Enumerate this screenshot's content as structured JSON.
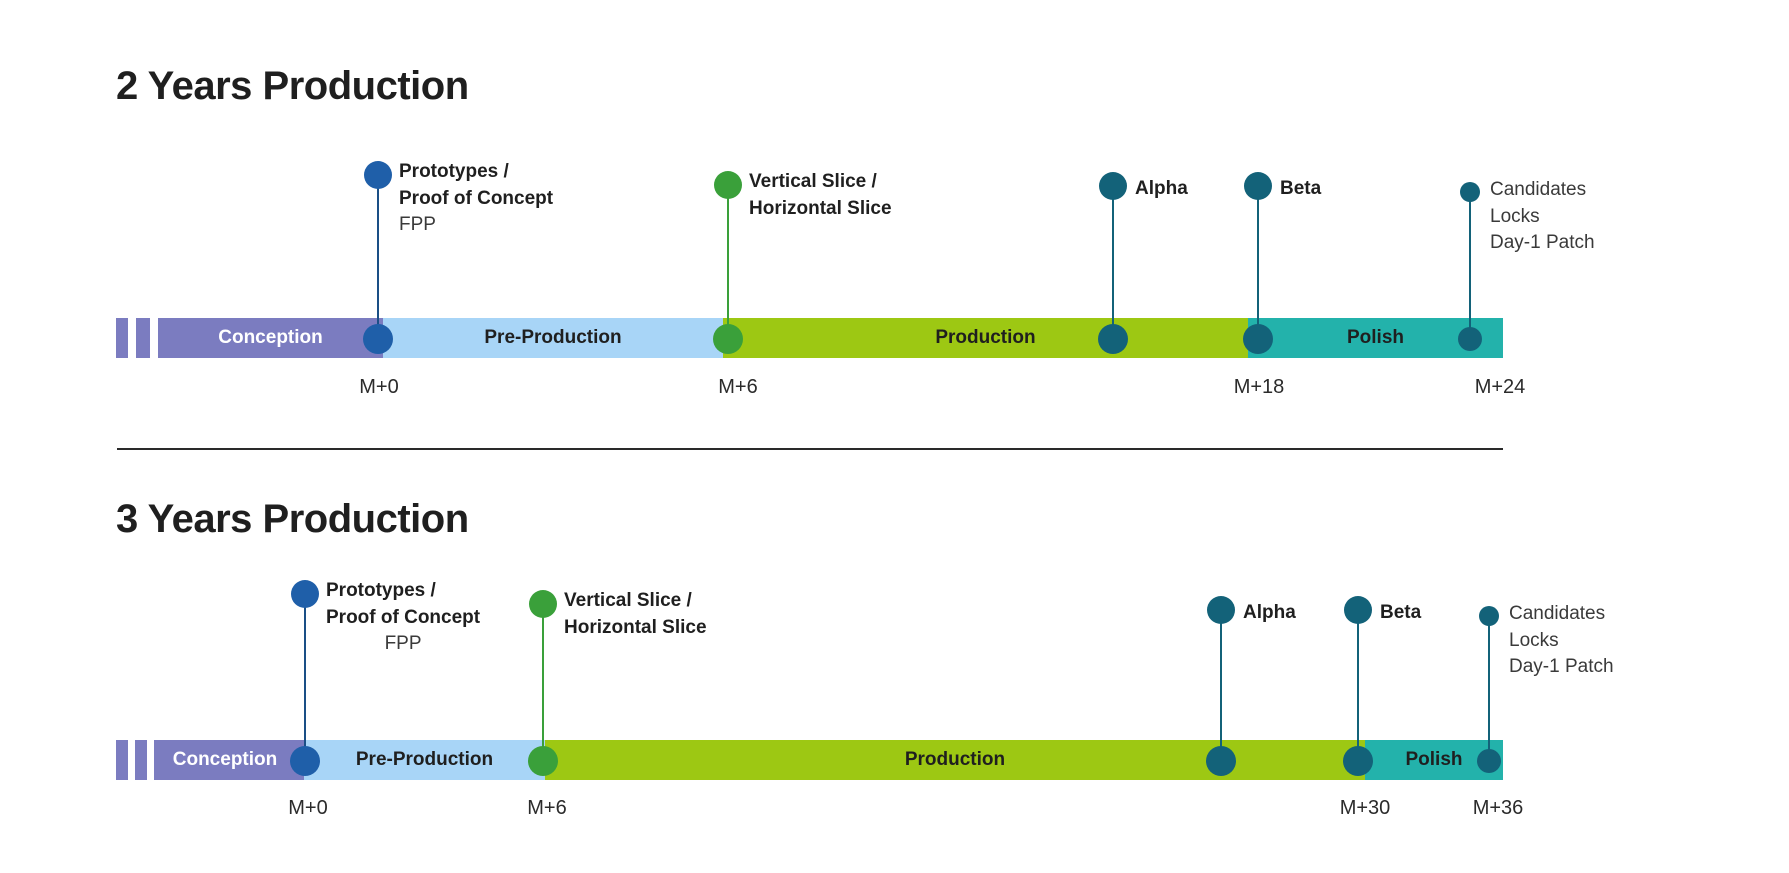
{
  "page": {
    "background": "#ffffff",
    "divider_color": "#2a2a2a"
  },
  "palette": {
    "conception": "#7b7cc0",
    "pre_production": "#a8d5f7",
    "production": "#9dc813",
    "polish": "#23b2ab",
    "blue_dot": "#1f5fa9",
    "green_dot": "#3aa03a",
    "teal_dot": "#136279",
    "label_dark": "#1f1f1f",
    "label_white": "#ffffff"
  },
  "sections": [
    {
      "title": "2 Years Production",
      "phases": [
        {
          "label": "Conception",
          "color_key": "conception",
          "text_color": "#ffffff"
        },
        {
          "label": "Pre-Production",
          "color_key": "pre_production",
          "text_color": "#1f1f1f"
        },
        {
          "label": "Production",
          "color_key": "production",
          "text_color": "#1f1f1f"
        },
        {
          "label": "Polish",
          "color_key": "polish",
          "text_color": "#1f1f1f"
        }
      ],
      "milestones": [
        {
          "name": "prototypes",
          "dot_color": "#1f5fa9",
          "lines": [
            {
              "text": "Prototypes /",
              "weight": "bold"
            },
            {
              "text": "Proof of Concept",
              "weight": "bold"
            },
            {
              "text": "FPP",
              "weight": "regular"
            }
          ]
        },
        {
          "name": "vertical-slice",
          "dot_color": "#3aa03a",
          "lines": [
            {
              "text": "Vertical Slice /",
              "weight": "bold"
            },
            {
              "text": "Horizontal Slice",
              "weight": "bold"
            }
          ]
        },
        {
          "name": "alpha",
          "dot_color": "#136279",
          "lines": [
            {
              "text": "Alpha",
              "weight": "bold"
            }
          ]
        },
        {
          "name": "beta",
          "dot_color": "#136279",
          "lines": [
            {
              "text": "Beta",
              "weight": "bold"
            }
          ]
        },
        {
          "name": "candidates",
          "dot_color": "#136279",
          "lines": [
            {
              "text": "Candidates",
              "weight": "regular"
            },
            {
              "text": "Locks",
              "weight": "regular"
            },
            {
              "text": "Day-1 Patch",
              "weight": "regular"
            }
          ]
        }
      ],
      "months": [
        "M+0",
        "M+6",
        "M+18",
        "M+24"
      ]
    },
    {
      "title": "3 Years Production",
      "phases": [
        {
          "label": "Conception",
          "color_key": "conception",
          "text_color": "#ffffff"
        },
        {
          "label": "Pre-Production",
          "color_key": "pre_production",
          "text_color": "#1f1f1f"
        },
        {
          "label": "Production",
          "color_key": "production",
          "text_color": "#1f1f1f"
        },
        {
          "label": "Polish",
          "color_key": "polish",
          "text_color": "#1f1f1f"
        }
      ],
      "milestones": [
        {
          "name": "prototypes",
          "dot_color": "#1f5fa9",
          "lines": [
            {
              "text": "Prototypes /",
              "weight": "bold"
            },
            {
              "text": "Proof of Concept",
              "weight": "bold"
            },
            {
              "text": "FPP",
              "weight": "regular"
            }
          ]
        },
        {
          "name": "vertical-slice",
          "dot_color": "#3aa03a",
          "lines": [
            {
              "text": "Vertical Slice /",
              "weight": "bold"
            },
            {
              "text": "Horizontal Slice",
              "weight": "bold"
            }
          ]
        },
        {
          "name": "alpha",
          "dot_color": "#136279",
          "lines": [
            {
              "text": "Alpha",
              "weight": "bold"
            }
          ]
        },
        {
          "name": "beta",
          "dot_color": "#136279",
          "lines": [
            {
              "text": "Beta",
              "weight": "bold"
            }
          ]
        },
        {
          "name": "candidates",
          "dot_color": "#136279",
          "lines": [
            {
              "text": "Candidates",
              "weight": "regular"
            },
            {
              "text": "Locks",
              "weight": "regular"
            },
            {
              "text": "Day-1 Patch",
              "weight": "regular"
            }
          ]
        }
      ],
      "months": [
        "M+0",
        "M+6",
        "M+30",
        "M+36"
      ]
    }
  ]
}
